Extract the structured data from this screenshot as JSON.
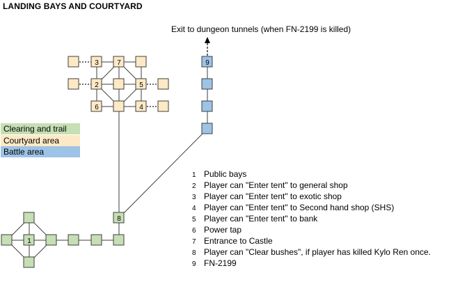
{
  "title": "LANDING BAYS AND COURTYARD",
  "exit_label": "Exit to dungeon tunnels (when FN-2199 is killed)",
  "colors": {
    "clearing": "#c6dfb4",
    "courtyard": "#fde9c5",
    "battle": "#9dc3e6",
    "border": "#3f3f3f"
  },
  "legend": {
    "clearing": "Clearing and trail",
    "courtyard": "Courtyard area",
    "battle": "Battle area"
  },
  "nodes": {
    "n1": "1",
    "n2": "2",
    "n3": "3",
    "n4": "4",
    "n5": "5",
    "n6": "6",
    "n7": "7",
    "n8": "8",
    "n9": "9"
  },
  "key": [
    {
      "num": "1",
      "text": "Public bays"
    },
    {
      "num": "2",
      "text": "Player can \"Enter tent\" to general shop"
    },
    {
      "num": "3",
      "text": "Player can \"Enter tent\" to exotic shop"
    },
    {
      "num": "4",
      "text": "Player can \"Enter tent\" to Second hand shop (SHS)"
    },
    {
      "num": "5",
      "text": "Player can \"Enter tent\" to bank"
    },
    {
      "num": "6",
      "text": "Power tap"
    },
    {
      "num": "7",
      "text": "Entrance to Castle"
    },
    {
      "num": "8",
      "text": "Player can \"Clear bushes\", if player has killed Kylo Ren once."
    },
    {
      "num": "9",
      "text": "FN-2199"
    }
  ]
}
